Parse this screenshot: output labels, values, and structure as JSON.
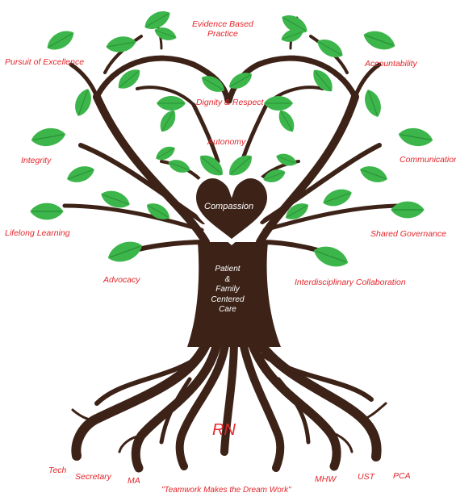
{
  "values": {
    "top_center": "Evidence Based\nPractice",
    "center_1": "Dignity & Respect",
    "center_2": "Autonomy",
    "heart": "Compassion",
    "trunk": "Patient\n&\nFamily\nCentered\nCare",
    "left": [
      "Pursuit of Excellence",
      "Integrity",
      "Lifelong Learning",
      "Advocacy"
    ],
    "right": [
      "Accountability",
      "Communication",
      "Shared Governance",
      "Interdisciplinary Collaboration"
    ]
  },
  "roots": {
    "center": "RN",
    "left": [
      "Tech",
      "Secretary",
      "MA"
    ],
    "right": [
      "MHW",
      "UST",
      "PCA"
    ],
    "motto": "\"Teamwork Makes the Dream Work\""
  },
  "colors": {
    "trunk": "#3d2217",
    "leaf": "#3cb54a",
    "leaf_vein": "#2a8e36",
    "label": "#e4262b"
  }
}
